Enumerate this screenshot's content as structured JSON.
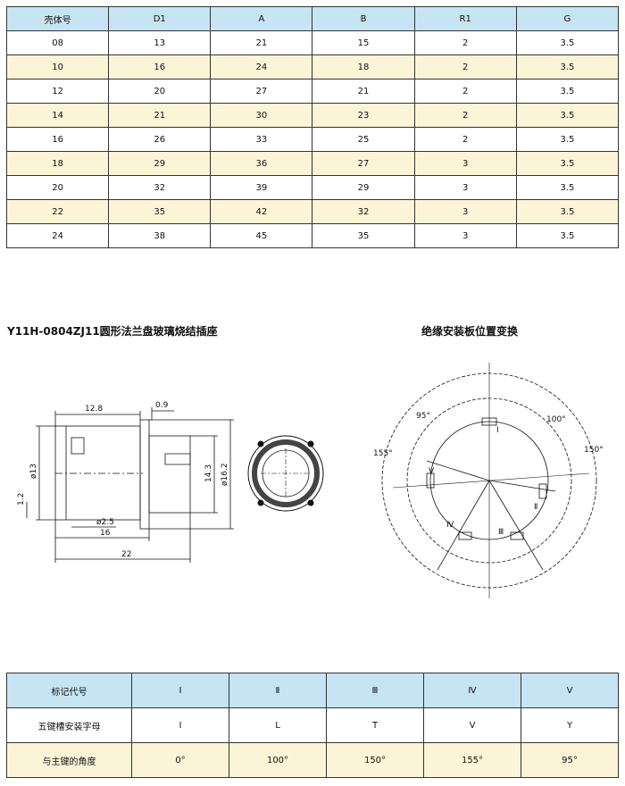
{
  "spec_table": {
    "headers": [
      "壳体号",
      "D1",
      "A",
      "B",
      "R1",
      "G"
    ],
    "rows": [
      [
        "08",
        "13",
        "21",
        "15",
        "2",
        "3.5"
      ],
      [
        "10",
        "16",
        "24",
        "18",
        "2",
        "3.5"
      ],
      [
        "12",
        "20",
        "27",
        "21",
        "2",
        "3.5"
      ],
      [
        "14",
        "21",
        "30",
        "23",
        "2",
        "3.5"
      ],
      [
        "16",
        "26",
        "33",
        "25",
        "2",
        "3.5"
      ],
      [
        "18",
        "29",
        "36",
        "27",
        "3",
        "3.5"
      ],
      [
        "20",
        "32",
        "39",
        "29",
        "3",
        "3.5"
      ],
      [
        "22",
        "35",
        "42",
        "32",
        "3",
        "3.5"
      ],
      [
        "24",
        "38",
        "45",
        "35",
        "3",
        "3.5"
      ]
    ]
  },
  "left_title": "Y11H-0804ZJ11圆形法兰盘玻璃烧结插座",
  "right_title": "绝缘安装板位置变换",
  "dimensions": {
    "d12_8": "12.8",
    "d0_9": "0.9",
    "d13": "ø13",
    "d1_2": "1.2",
    "d2_5": "ø2.5",
    "d16": "16",
    "d22": "22",
    "d14_3": "14.3",
    "d16_2": "ø16.2"
  },
  "angle_labels": {
    "a95": "95°",
    "a100": "100°",
    "a155": "155°",
    "a150": "150°"
  },
  "roman_labels": [
    "Ⅰ",
    "Ⅱ",
    "Ⅲ",
    "Ⅳ",
    "Ⅴ"
  ],
  "mark_table": {
    "rows": [
      {
        "label": "标记代号",
        "cells": [
          "Ⅰ",
          "Ⅱ",
          "Ⅲ",
          "Ⅳ",
          "Ⅴ"
        ]
      },
      {
        "label": "五键槽安装字母",
        "cells": [
          "I",
          "L",
          "T",
          "V",
          "Y"
        ]
      },
      {
        "label": "与主键的角度",
        "cells": [
          "0°",
          "100°",
          "150°",
          "155°",
          "95°"
        ]
      }
    ]
  }
}
